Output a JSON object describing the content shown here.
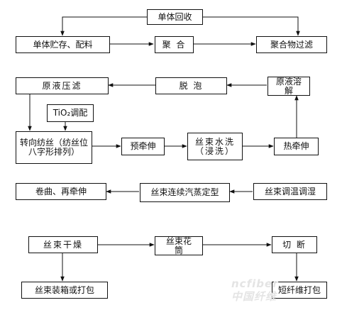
{
  "nodes": {
    "monomer_recovery": "单体回收",
    "monomer_storage": "单体贮存、配料",
    "polymerization": "聚 合",
    "polymer_filtration": "聚合物过滤",
    "dope_filtration": "原液压滤",
    "defoaming": "脱 泡",
    "dope_dissolving": "原液溶解",
    "tio2_blending": "TiO₂调配",
    "spinning": "转向纺丝（纺丝位八字形排列）",
    "pre_drafting": "预牵伸",
    "tow_washing": "丝束水洗（浸洗）",
    "hot_drafting": "热牵伸",
    "crimping_redrafting": "卷曲、再牵伸",
    "continuous_steam_setting": "丝束连续汽蒸定型",
    "tow_conditioning": "丝束调温调湿",
    "tow_drying": "丝束干燥",
    "tow_baling": "丝束装箱或打包",
    "tow_can": "丝束花筒",
    "cutting": "切 断",
    "staple_baling": "短纤维打包"
  },
  "colors": {
    "line": "#111111",
    "box_border": "#111111",
    "text": "#111111"
  }
}
